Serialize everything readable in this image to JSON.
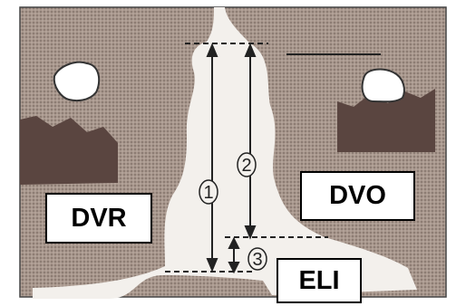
{
  "labels": {
    "dvr": "DVR",
    "dvo": "DVO",
    "eli": "ELI"
  },
  "markers": {
    "m1": "1",
    "m2": "2",
    "m3": "3"
  },
  "colors": {
    "stipple": "#8c7a70",
    "light": "#f3f0ec",
    "dark_band": "#5a4540",
    "line": "#222222"
  }
}
